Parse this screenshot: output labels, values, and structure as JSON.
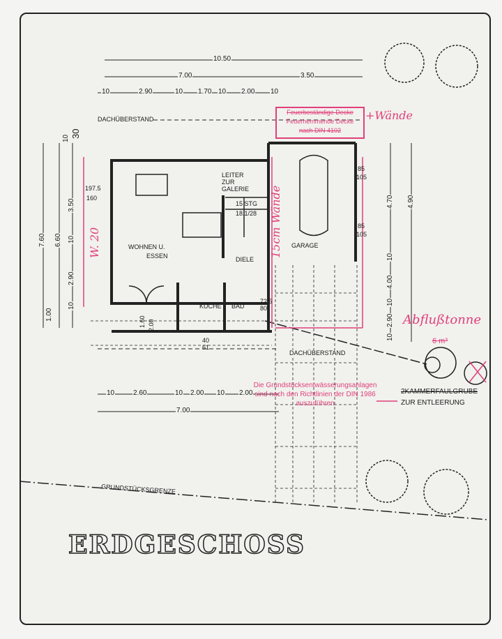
{
  "title": "ERDGESCHOSS",
  "dimensions": {
    "top": [
      "10.50",
      "7.00",
      "3.50",
      "10",
      "2.90",
      "10",
      "1.70",
      "10",
      "2.00",
      "10"
    ],
    "left": [
      "7.60",
      "6.60",
      "3.50",
      "10",
      "2.90",
      "10",
      "1.00",
      "30",
      "10",
      "197.5",
      "160"
    ],
    "right": [
      "85",
      "105",
      "4.70",
      "4.90",
      "85",
      "105",
      "10",
      "4.00",
      "10",
      "2.90",
      "10"
    ],
    "bottom": [
      "10",
      "2.60",
      "10",
      "2.00",
      "10",
      "2.00",
      "7.00"
    ],
    "inner": [
      "1.60",
      "2.00",
      "72.5",
      "80",
      "40",
      "61"
    ]
  },
  "labels": {
    "roof_overhang_top": "DACHÜBERSTAND",
    "roof_overhang_bottom": "DACHÜBERSTAND",
    "ladder": [
      "LEITER",
      "ZUR",
      "GALERIE"
    ],
    "stairs": [
      "15 STG",
      "18.1/28"
    ],
    "living": [
      "WOHNEN U.",
      "ESSEN"
    ],
    "hall": "DIELE",
    "garage": "GARAGE",
    "kitchen": "KÜCHE",
    "bath": "BAD",
    "property_line": "GRUNDSTÜCKSGRENZE",
    "septic_tank": "2KAMMERFAULGRUBE",
    "emptying": "ZUR ENTLEERUNG"
  },
  "annotations": {
    "stamp_struck": "Feuerbeständige Decke",
    "stamp_main": "Feuerhemmende Decke",
    "stamp_din": "nach DIN 4102",
    "walls_note": "+Wände",
    "vertical_note": "15cm Wände",
    "left_note": "W. 20",
    "drain_note": "Abflußtonne",
    "volume": "6 m³",
    "drainage_notice": "Die Grundstücksentwässerungsanlagen sind nach den Richtlinien der DIN 1986 auszuführen",
    "accent_color": "#e0407a"
  }
}
